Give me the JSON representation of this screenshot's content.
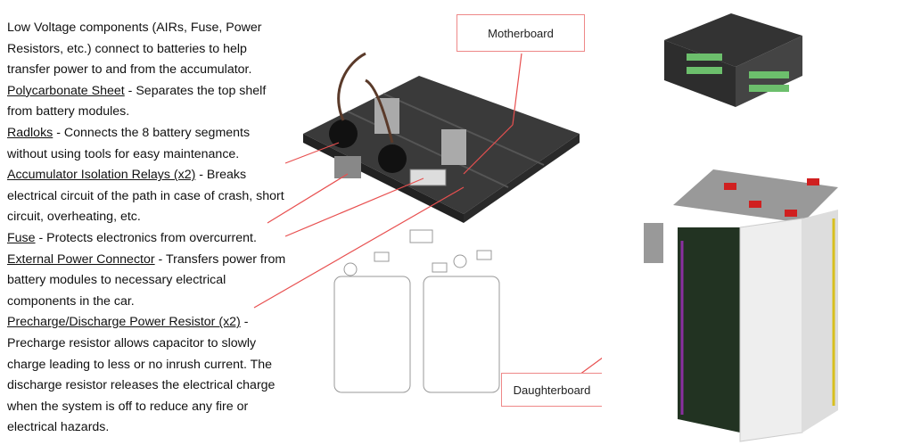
{
  "intro": "Low Voltage components (AIRs, Fuse, Power Resistors, etc.) connect to batteries to help transfer power to and from the accumulator.",
  "items": [
    {
      "term": "Polycarbonate Sheet",
      "desc": " - Separates the top shelf from battery modules."
    },
    {
      "term": "Radloks",
      "desc": " - Connects the 8 battery segments without using tools for easy maintenance."
    },
    {
      "term": "Accumulator Isolation Relays (x2)",
      "desc": " - Breaks electrical circuit of the path in case of crash, short circuit, overheating, etc."
    },
    {
      "term": "Fuse",
      "desc": " - Protects electronics from overcurrent."
    },
    {
      "term": "External Power Connector",
      "desc": " - Transfers power from battery modules to necessary electrical components in the car."
    },
    {
      "term": "Precharge/Discharge Power Resistor (x2)",
      "desc": " - Precharge resistor allows capacitor to slowly charge leading to less or no inrush current. The discharge resistor releases the electrical charge when the system is off to reduce any fire or electrical hazards."
    }
  ],
  "labels": {
    "motherboard": "Motherboard",
    "daughterboard": "Daughterboard"
  },
  "colors": {
    "callout": "#e85050"
  }
}
